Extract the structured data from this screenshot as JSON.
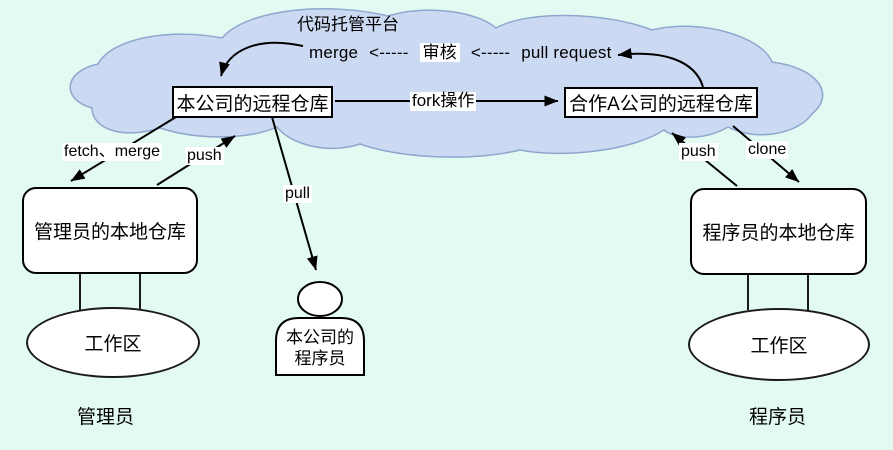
{
  "diagram": {
    "cloud_label": "代码托管平台",
    "flow": {
      "merge": "merge",
      "arrow_left": "<-----",
      "review": "审核",
      "arrow_right": "<-----",
      "pull_request": "pull request"
    },
    "nodes": {
      "company_remote_repo": "本公司的远程仓库",
      "partner_remote_repo": "合作A公司的远程仓库",
      "admin_local_repo": "管理员的本地仓库",
      "programmer_local_repo": "程序员的本地仓库",
      "admin_workspace": "工作区",
      "programmer_workspace": "工作区",
      "company_programmer_line1": "本公司的",
      "company_programmer_line2": "程序员"
    },
    "edges": {
      "fork": "fork操作",
      "fetch_merge": "fetch、merge",
      "push_left": "push",
      "pull": "pull",
      "push_right": "push",
      "clone": "clone"
    },
    "footer": {
      "admin": "管理员",
      "programmer": "程序员"
    },
    "colors": {
      "background": "#e3faf2",
      "cloud_fill": "#ccd9f2",
      "cloud_stroke": "#8fa7cf",
      "line": "#000000"
    }
  }
}
